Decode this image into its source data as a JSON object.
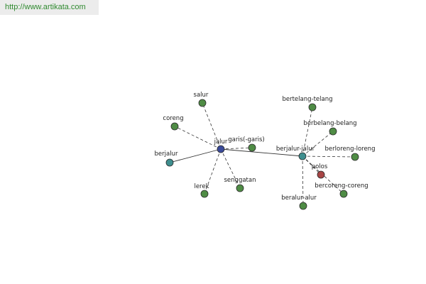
{
  "banner": {
    "url_text": "http://www.artikata.com"
  },
  "colors": {
    "hub": "#3a4a9a",
    "linked": "#3e8e8e",
    "related": "#4f8c45",
    "highlight": "#a84545",
    "solid_edge": "#333333",
    "dashed_edge": "#333333"
  },
  "graph": {
    "nodes": [
      {
        "id": "jalur",
        "label": "jalur",
        "kind": "hub"
      },
      {
        "id": "berjalur-jalur",
        "label": "berjalur-jalur",
        "kind": "linked"
      },
      {
        "id": "berjalur",
        "label": "berjalur",
        "kind": "linked"
      },
      {
        "id": "salur",
        "label": "salur",
        "kind": "related"
      },
      {
        "id": "coreng",
        "label": "coreng",
        "kind": "related"
      },
      {
        "id": "garis-garis",
        "label": "garis(-garis)",
        "kind": "related"
      },
      {
        "id": "lerek",
        "label": "lerek",
        "kind": "related"
      },
      {
        "id": "senggatan",
        "label": "senggatan",
        "kind": "related"
      },
      {
        "id": "bertelang-telang",
        "label": "bertelang-telang",
        "kind": "related"
      },
      {
        "id": "berbelang-belang",
        "label": "berbelang-belang",
        "kind": "related"
      },
      {
        "id": "berloreng-loreng",
        "label": "berloreng-loreng",
        "kind": "related"
      },
      {
        "id": "polos",
        "label": "polos",
        "kind": "highlight"
      },
      {
        "id": "bercoreng-coreng",
        "label": "bercoreng-coreng",
        "kind": "related"
      },
      {
        "id": "beralur-alur",
        "label": "beralur-alur",
        "kind": "related"
      }
    ],
    "edges": [
      {
        "from": "berjalur",
        "to": "jalur",
        "style": "solid"
      },
      {
        "from": "jalur",
        "to": "berjalur-jalur",
        "style": "solid"
      },
      {
        "from": "jalur",
        "to": "salur",
        "style": "dashed"
      },
      {
        "from": "jalur",
        "to": "coreng",
        "style": "dashed"
      },
      {
        "from": "jalur",
        "to": "garis-garis",
        "style": "dashed"
      },
      {
        "from": "jalur",
        "to": "lerek",
        "style": "dashed"
      },
      {
        "from": "jalur",
        "to": "senggatan",
        "style": "dashed"
      },
      {
        "from": "berjalur-jalur",
        "to": "bertelang-telang",
        "style": "dashed"
      },
      {
        "from": "berjalur-jalur",
        "to": "berbelang-belang",
        "style": "dashed"
      },
      {
        "from": "berjalur-jalur",
        "to": "berloreng-loreng",
        "style": "dashed"
      },
      {
        "from": "berjalur-jalur",
        "to": "polos",
        "style": "dashed"
      },
      {
        "from": "berjalur-jalur",
        "to": "bercoreng-coreng",
        "style": "dashed"
      },
      {
        "from": "berjalur-jalur",
        "to": "beralur-alur",
        "style": "dashed"
      }
    ]
  }
}
